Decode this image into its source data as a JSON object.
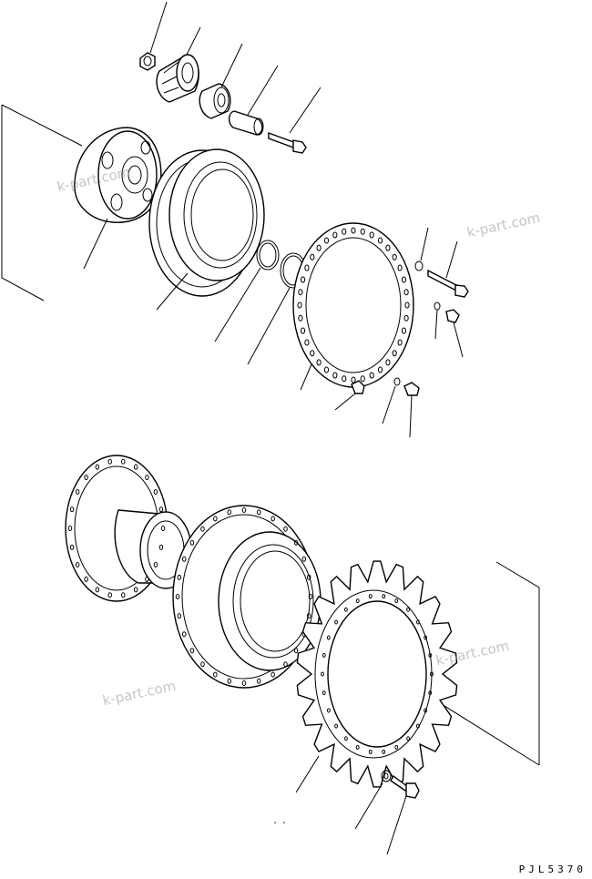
{
  "watermarks": [
    "k-part.com",
    "k-part.com",
    "k-part.com",
    "k-part.com"
  ],
  "drawing_code": "PJL5370",
  "parts": [
    "nut",
    "roller-bearing",
    "bushing",
    "sleeve",
    "bolt",
    "planetary-carrier",
    "ring-gear",
    "snap-ring",
    "o-ring",
    "thrust-plate",
    "washer",
    "bolt",
    "plug",
    "plug",
    "o-ring",
    "plug",
    "hub",
    "housing",
    "sprocket",
    "washer",
    "bolt"
  ]
}
